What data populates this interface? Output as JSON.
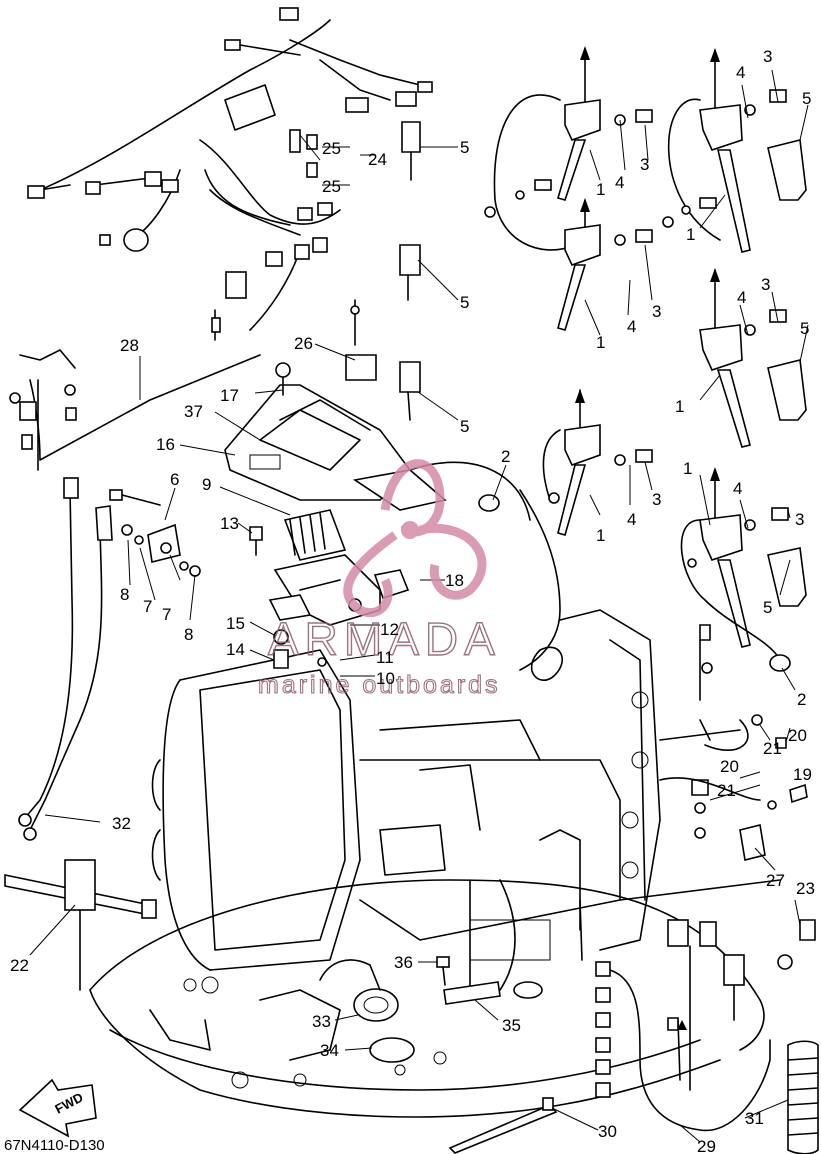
{
  "diagram_code": "67N4110-D130",
  "fwd_label": "FWD",
  "watermark": {
    "brand": "ARMADA",
    "tagline": "marine outboards"
  },
  "callouts": [
    "1",
    "2",
    "3",
    "4",
    "5",
    "6",
    "7",
    "8",
    "9",
    "10",
    "11",
    "12",
    "13",
    "14",
    "15",
    "16",
    "17",
    "18",
    "19",
    "20",
    "21",
    "22",
    "23",
    "24",
    "25",
    "26",
    "27",
    "28",
    "29",
    "30",
    "31",
    "32",
    "33",
    "34",
    "35",
    "36",
    "37"
  ]
}
